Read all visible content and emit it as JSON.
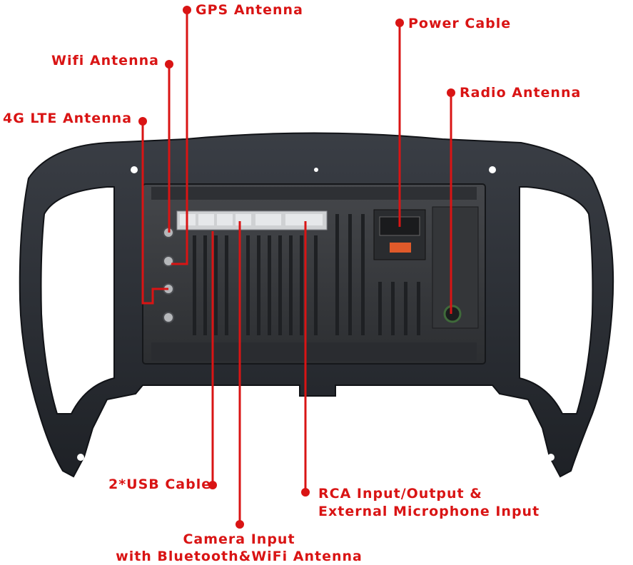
{
  "labels": {
    "gps_antenna": "GPS Antenna",
    "wifi_antenna": "Wifi Antenna",
    "lte_antenna": "4G LTE Antenna",
    "power_cable": "Power Cable",
    "radio_antenna": "Radio Antenna",
    "usb_cable": "2*USB Cable",
    "rca_line1": "RCA Input/Output &",
    "rca_line2": "External Microphone Input",
    "camera_line1": "Camera Input",
    "camera_line2": "with Bluetooth&WiFi Antenna"
  },
  "colors": {
    "accent": "#d91414",
    "frame": "#2a2d33",
    "unit": "#3a3c40"
  }
}
